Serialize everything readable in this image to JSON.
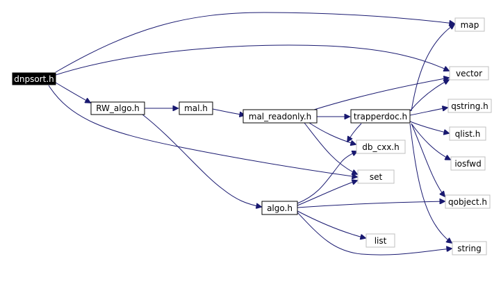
{
  "diagram": {
    "root": "dnpsort.h",
    "nodes": {
      "dnpsort": "dnpsort.h",
      "rw_algo": "RW_algo.h",
      "mal": "mal.h",
      "mal_readonly": "mal_readonly.h",
      "trapperdoc": "trapperdoc.h",
      "map": "map",
      "vector": "vector",
      "qstring": "qstring.h",
      "qlist": "qlist.h",
      "iosfwd": "iosfwd",
      "db_cxx": "db_cxx.h",
      "set": "set",
      "algo": "algo.h",
      "qobject": "qobject.h",
      "list": "list",
      "string": "string"
    },
    "colors": {
      "edge": "#191970",
      "root_fill": "#000000",
      "documented_border": "#000000",
      "external_border": "#bfbfbf"
    }
  }
}
